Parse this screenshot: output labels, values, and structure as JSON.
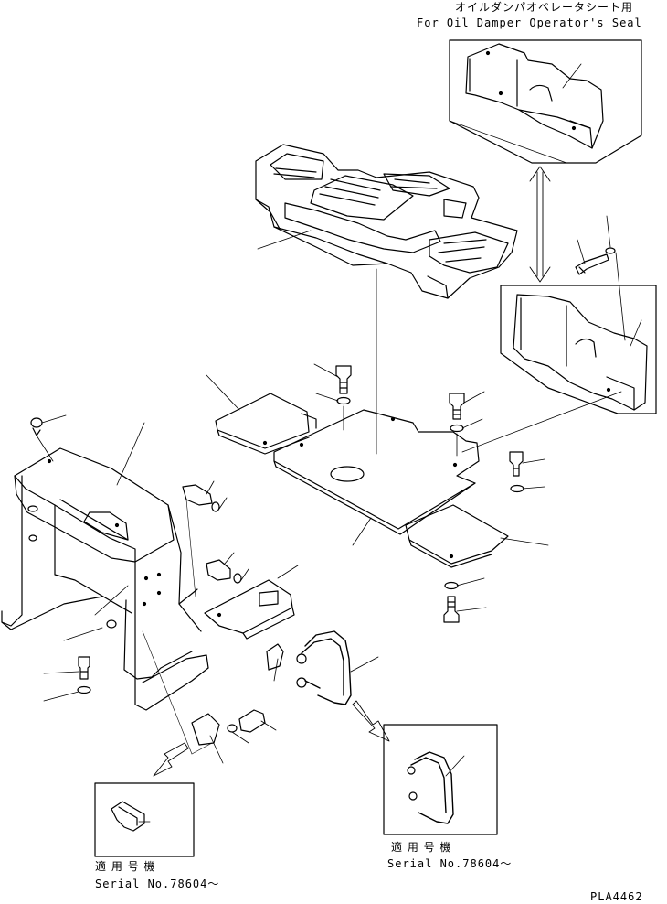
{
  "inset_top": {
    "title_jp": "オイルダンパオペレータシート用",
    "title_en": "For Oil Damper Operator's Seal"
  },
  "inset_bottom_left": {
    "label_jp": "適 用 号 機",
    "label_en": "Serial No.78604～"
  },
  "inset_bottom_right": {
    "label_jp": "適 用 号 機",
    "label_en": "Serial No.78604～"
  },
  "drawing_code": "PLA4462"
}
